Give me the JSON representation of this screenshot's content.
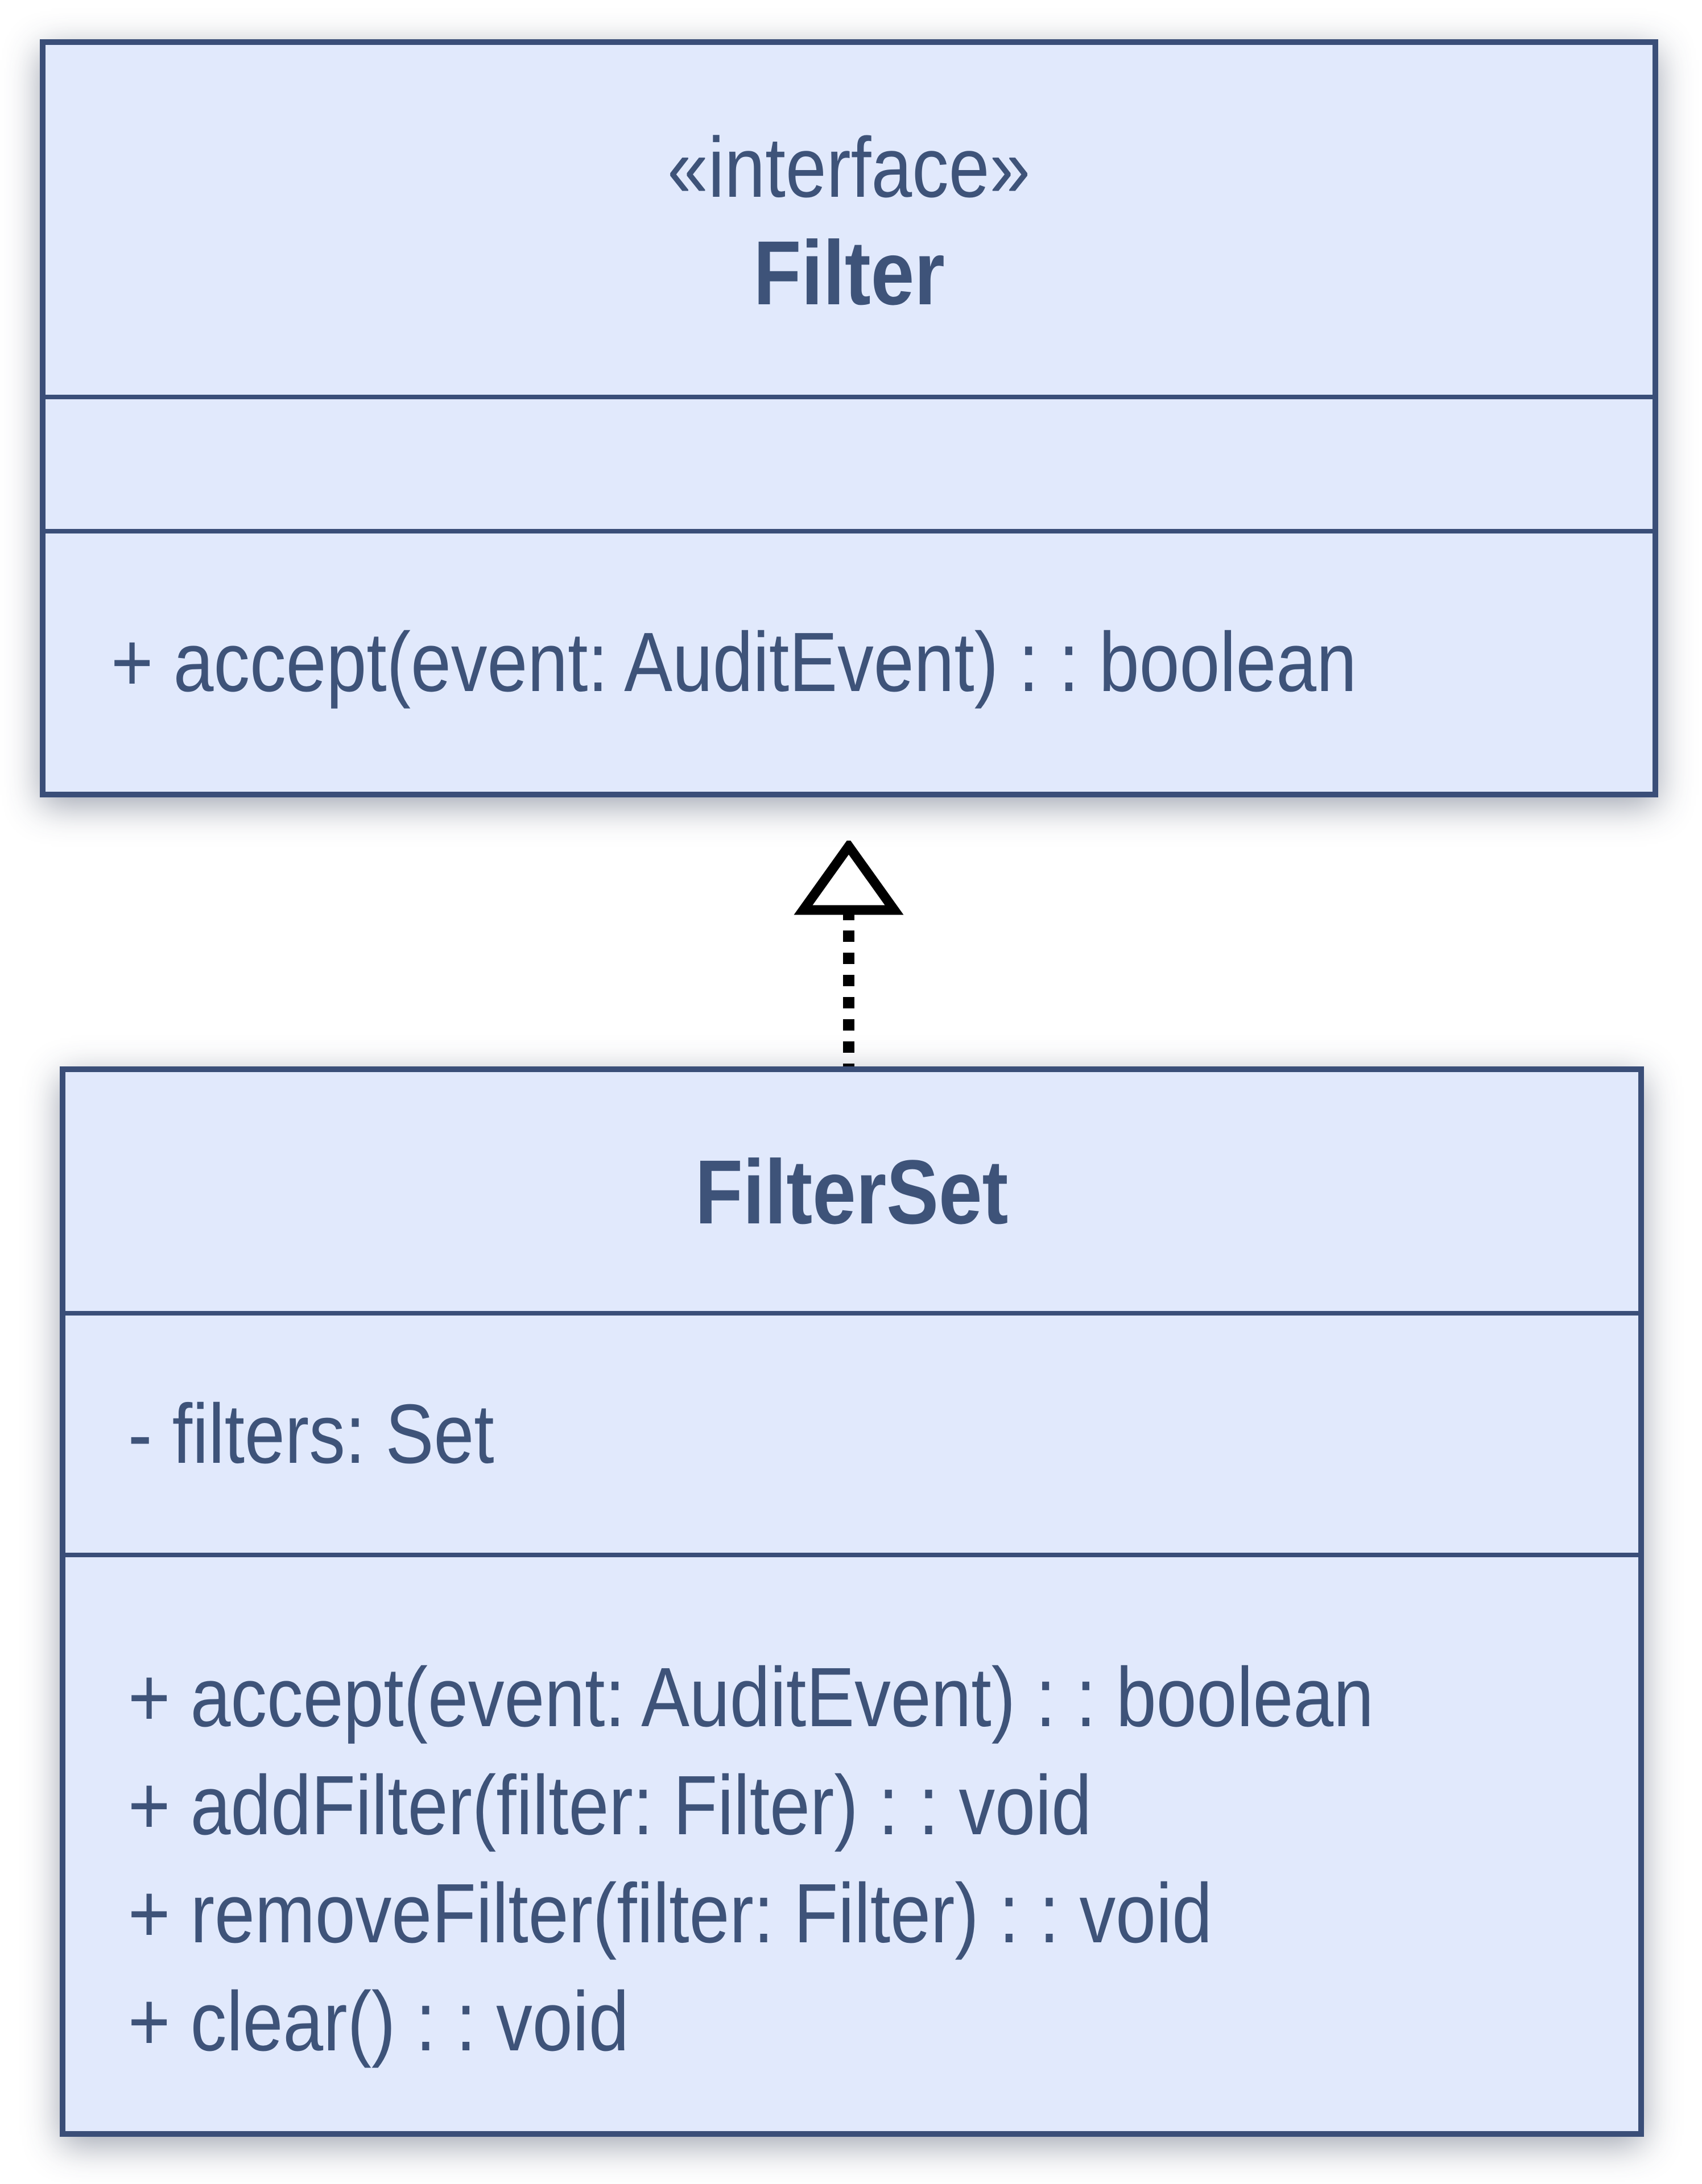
{
  "colors": {
    "page_bg": "#ffffff",
    "box_fill": "#e1e9fc",
    "box_border": "#3a4e78",
    "text_color": "#3e5379",
    "arrow_color": "#000000"
  },
  "uml": {
    "interface_class": {
      "stereotype": "«interface»",
      "name": "Filter",
      "attributes": [],
      "methods": [
        "+ accept(event: AuditEvent) : : boolean"
      ]
    },
    "set_class": {
      "name": "FilterSet",
      "attributes": [
        "- filters: Set"
      ],
      "methods": [
        "+ accept(event: AuditEvent) : : boolean",
        "+ addFilter(filter: Filter) : : void",
        "+ removeFilter(filter: Filter) : : void",
        "+ clear() : : void"
      ]
    },
    "relationship": {
      "style": "dashed",
      "head": "hollow-triangle",
      "direction": "up"
    }
  }
}
